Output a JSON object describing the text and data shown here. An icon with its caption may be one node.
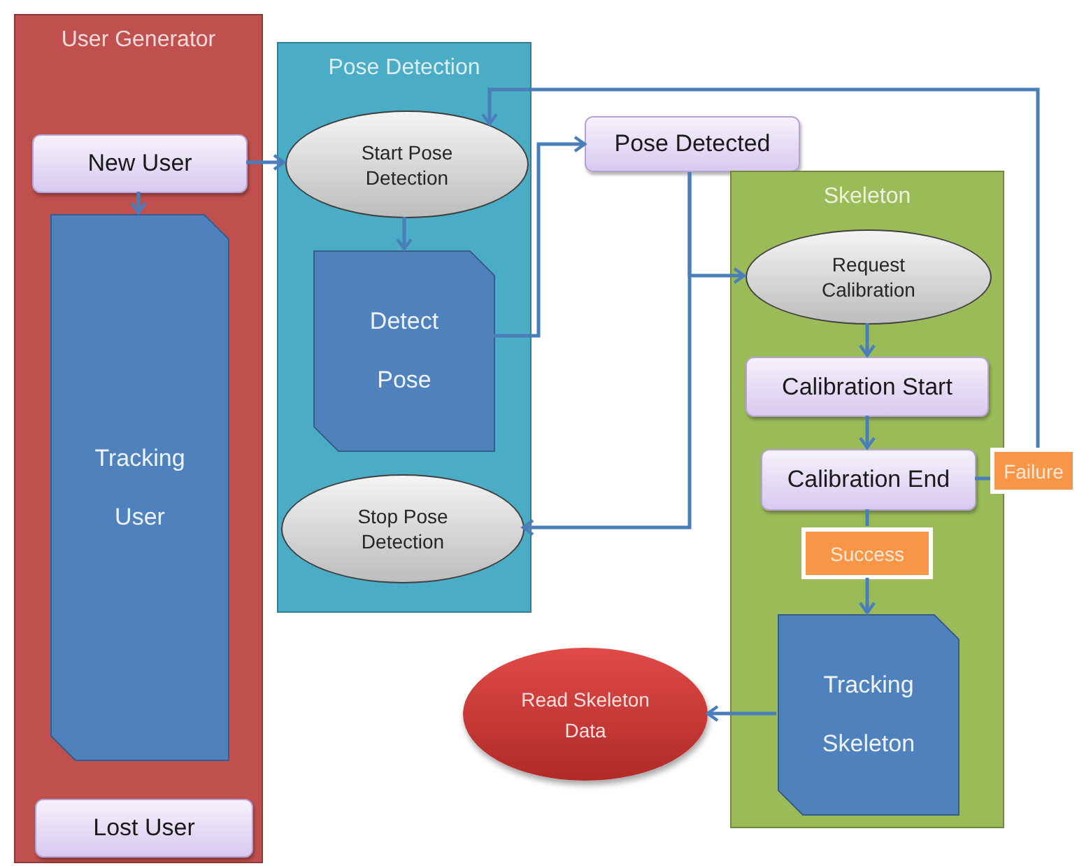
{
  "diagram": {
    "nodes": [
      {
        "text": [
          "User Generator"
        ]
      },
      {
        "text": [
          "New User"
        ],
        "in": 0
      },
      {
        "text": [
          "Tracking User"
        ],
        "in": 0
      },
      {
        "text": [
          "Lost User"
        ],
        "in": 0
      },
      {
        "text": [
          "Pose Detection"
        ]
      },
      {
        "text": [
          "Start Pose Detection"
        ],
        "in": 4
      },
      {
        "text": [
          "Detect Pose"
        ],
        "in": 4
      },
      {
        "text": [
          "Stop Pose Detection"
        ],
        "in": 4
      },
      {
        "text": [
          "Pose Detected"
        ]
      },
      {
        "text": [
          "Skeleton"
        ]
      },
      {
        "text": [
          "Request Calibration"
        ],
        "in": 9
      },
      {
        "text": [
          "Calibration Start"
        ],
        "in": 9
      },
      {
        "text": [
          "Calibration End"
        ],
        "in": 9
      },
      {
        "text": [
          "Success"
        ],
        "in": 9
      },
      {
        "text": [
          "Failure"
        ]
      },
      {
        "text": [
          "Tracking Skeleton"
        ],
        "in": 9
      },
      {
        "text": [
          "Read Skeleton Data"
        ]
      }
    ],
    "edges": [
      {
        "from": 1,
        "to": 2,
        "arrow": "to"
      },
      {
        "from": 1,
        "to": 5,
        "arrow": "to"
      },
      {
        "from": 5,
        "to": 6,
        "arrow": "to"
      },
      {
        "from": 6,
        "to": 8,
        "arrow": "to"
      },
      {
        "from": 8,
        "to": 10,
        "arrow": "to"
      },
      {
        "from": 8,
        "to": 7,
        "arrow": "to"
      },
      {
        "from": 10,
        "to": 11,
        "arrow": "to"
      },
      {
        "from": 11,
        "to": 12,
        "arrow": "to"
      },
      {
        "from": 12,
        "to": 13,
        "arrow": "none"
      },
      {
        "from": 13,
        "to": 15,
        "arrow": "to"
      },
      {
        "from": 12,
        "to": 14,
        "arrow": "none"
      },
      {
        "from": 14,
        "to": 5,
        "arrow": "to"
      },
      {
        "from": 15,
        "to": 16,
        "arrow": "to"
      }
    ]
  }
}
